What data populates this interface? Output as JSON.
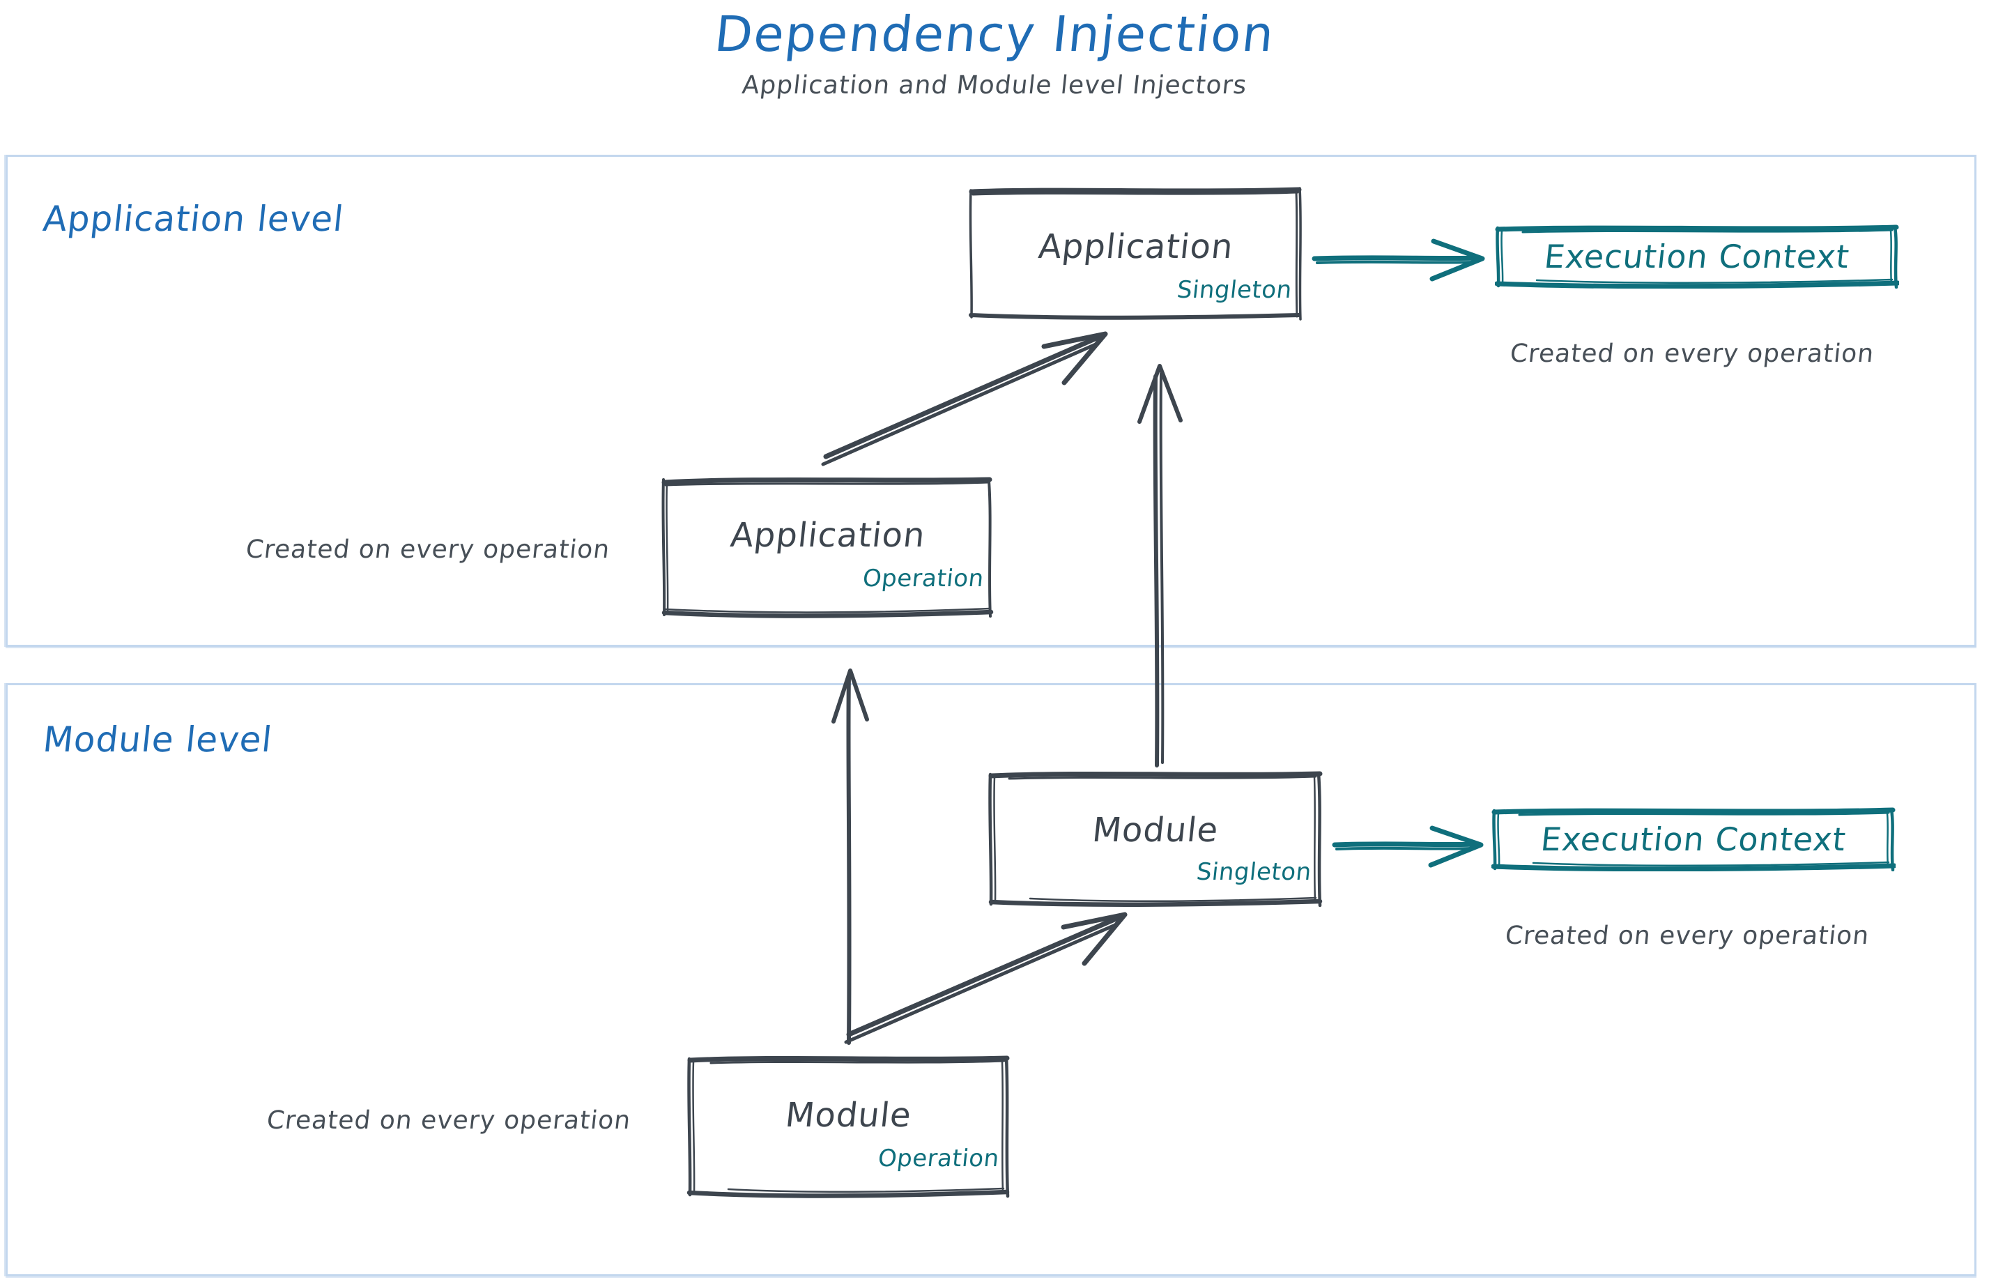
{
  "header": {
    "title": "Dependency Injection",
    "subtitle": "Application and Module level Injectors"
  },
  "colors": {
    "title_blue": "#1f6cb5",
    "level_border": "#c3d7ee",
    "node_stroke": "#3d454e",
    "teal": "#0f6f7c",
    "caption_gray": "#474f57"
  },
  "levels": [
    {
      "id": "application-level",
      "label": "Application level"
    },
    {
      "id": "module-level",
      "label": "Module level"
    }
  ],
  "nodes": {
    "application_singleton": {
      "title": "Application",
      "scope": "Singleton"
    },
    "application_operation": {
      "title": "Application",
      "scope": "Operation"
    },
    "module_singleton": {
      "title": "Module",
      "scope": "Singleton"
    },
    "module_operation": {
      "title": "Module",
      "scope": "Operation"
    },
    "exec_context_app": {
      "title": "Execution Context"
    },
    "exec_context_mod": {
      "title": "Execution Context"
    }
  },
  "captions": {
    "exec_context_app": "Created on every operation",
    "exec_context_mod": "Created on every operation",
    "application_operation": "Created on every operation",
    "module_operation": "Created on every operation"
  },
  "arrows": [
    {
      "id": "app-singleton-to-exec-context",
      "from": "application_singleton",
      "to": "exec_context_app",
      "color": "#0f6f7c",
      "direction": "right"
    },
    {
      "id": "module-singleton-to-exec-context",
      "from": "module_singleton",
      "to": "exec_context_mod",
      "color": "#0f6f7c",
      "direction": "right"
    },
    {
      "id": "app-operation-to-app-singleton",
      "from": "application_operation",
      "to": "application_singleton",
      "color": "#3d454e",
      "direction": "up-right"
    },
    {
      "id": "module-singleton-to-app-singleton",
      "from": "module_singleton",
      "to": "application_singleton",
      "color": "#3d454e",
      "direction": "up"
    },
    {
      "id": "module-operation-to-app-operation",
      "from": "module_operation",
      "to": "application_operation",
      "color": "#3d454e",
      "direction": "up"
    },
    {
      "id": "module-operation-to-module-singleton",
      "from": "module_operation",
      "to": "module_singleton",
      "color": "#3d454e",
      "direction": "up-right"
    }
  ]
}
